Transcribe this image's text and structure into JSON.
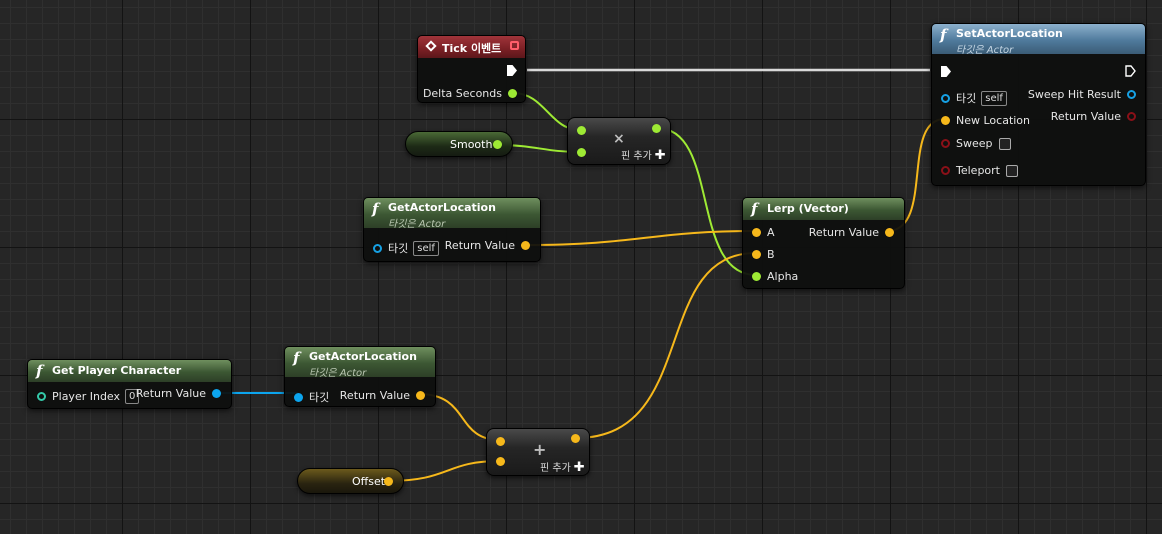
{
  "tick_event": {
    "title": "Tick 이벤트",
    "delta_seconds": "Delta Seconds"
  },
  "set_actor_location": {
    "title": "SetActorLocation",
    "subtitle": "타깃은 Actor",
    "target_label": "타깃",
    "target_value": "self",
    "new_location": "New Location",
    "sweep": "Sweep",
    "teleport": "Teleport",
    "sweep_hit_result": "Sweep Hit Result",
    "return_value": "Return Value",
    "sweep_checked": false,
    "teleport_checked": false
  },
  "smooth_var": {
    "label": "Smooth"
  },
  "offset_var": {
    "label": "Offset"
  },
  "multiply_node": {
    "symbol": "×",
    "add_pin": "핀 추가"
  },
  "add_node": {
    "symbol": "+",
    "add_pin": "핀 추가"
  },
  "get_actor_location_1": {
    "title": "GetActorLocation",
    "subtitle": "타깃은 Actor",
    "target_label": "타깃",
    "target_value": "self",
    "return_value": "Return Value"
  },
  "get_actor_location_2": {
    "title": "GetActorLocation",
    "subtitle": "타깃은 Actor",
    "target_label": "타깃",
    "return_value": "Return Value"
  },
  "lerp_vector": {
    "title": "Lerp (Vector)",
    "a": "A",
    "b": "B",
    "alpha": "Alpha",
    "return_value": "Return Value"
  },
  "get_player_character": {
    "title": "Get Player Character",
    "player_index_label": "Player Index",
    "player_index_value": "0",
    "return_value": "Return Value"
  },
  "icons": {
    "function": "function-icon",
    "event": "event-diamond-icon",
    "exec": "exec-arrow-icon"
  },
  "colors": {
    "float_pin": "#9eea34",
    "vector_pin": "#f6b81b",
    "object_pin": "#0ca5ee",
    "struct_pin": "#8a1018",
    "exec_wire": "#ffffff",
    "event_header": "#7a1f24",
    "pure_header": "#3c5733",
    "callable_header": "#4f7a9c"
  }
}
